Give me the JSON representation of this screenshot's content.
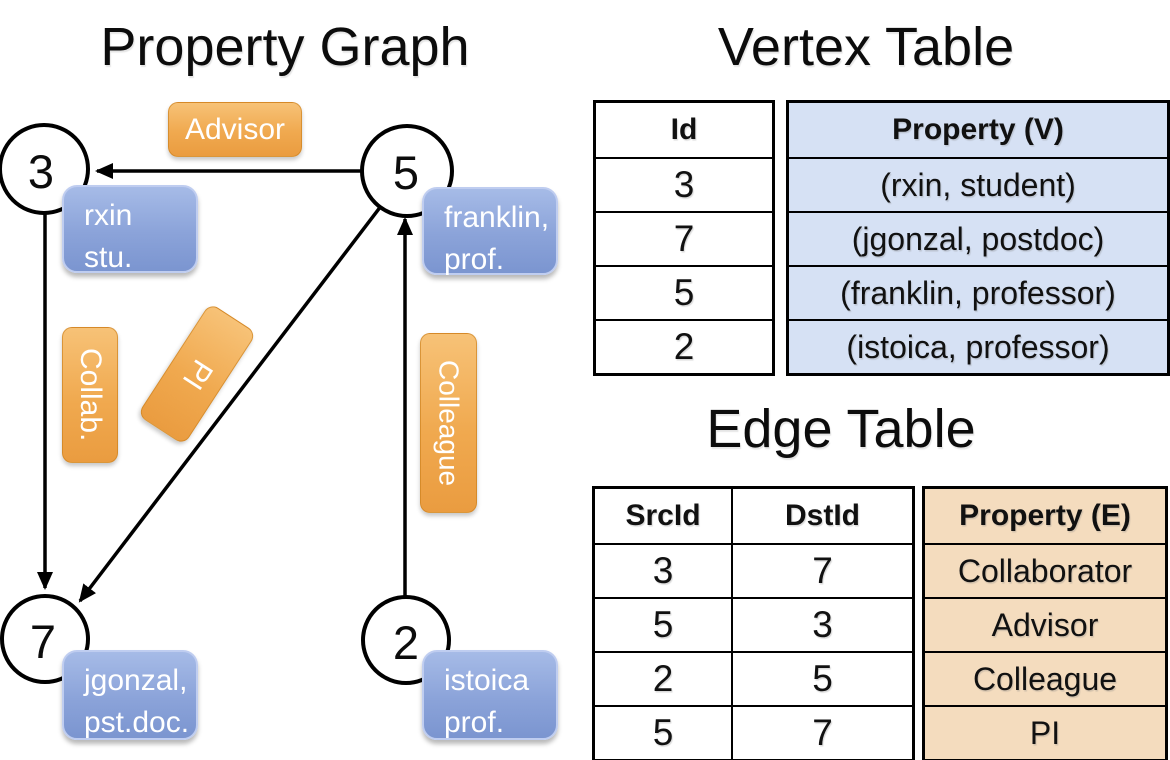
{
  "colors": {
    "background": "#ffffff",
    "edge_label_orange_top": "#f7c277",
    "edge_label_orange_bottom": "#ea9c40",
    "vertex_label_blue_top": "#a6bbe7",
    "vertex_label_blue_bottom": "#7b95d0",
    "vertex_table_fill": "#d6e1f4",
    "edge_table_fill": "#f4dcbe",
    "line_color": "#000000"
  },
  "graph": {
    "title": "Property Graph",
    "nodes": [
      {
        "id": "3",
        "property_lines": [
          "rxin",
          "stu."
        ]
      },
      {
        "id": "5",
        "property_lines": [
          "franklin,",
          "prof."
        ]
      },
      {
        "id": "7",
        "property_lines": [
          "jgonzal,",
          "pst.doc."
        ]
      },
      {
        "id": "2",
        "property_lines": [
          "istoica",
          "prof."
        ]
      }
    ],
    "edge_labels": [
      {
        "label": "Advisor"
      },
      {
        "label": "Collab."
      },
      {
        "label": "PI"
      },
      {
        "label": "Colleague"
      }
    ]
  },
  "vertex_table": {
    "title": "Vertex Table",
    "headers": {
      "id": "Id",
      "property": "Property (V)"
    },
    "rows": [
      {
        "id": "3",
        "property": "(rxin, student)"
      },
      {
        "id": "7",
        "property": "(jgonzal, postdoc)"
      },
      {
        "id": "5",
        "property": "(franklin, professor)"
      },
      {
        "id": "2",
        "property": "(istoica, professor)"
      }
    ]
  },
  "edge_table": {
    "title": "Edge Table",
    "headers": {
      "src": "SrcId",
      "dst": "DstId",
      "property": "Property (E)"
    },
    "rows": [
      {
        "src": "3",
        "dst": "7",
        "property": "Collaborator"
      },
      {
        "src": "5",
        "dst": "3",
        "property": "Advisor"
      },
      {
        "src": "2",
        "dst": "5",
        "property": "Colleague"
      },
      {
        "src": "5",
        "dst": "7",
        "property": "PI"
      }
    ]
  }
}
